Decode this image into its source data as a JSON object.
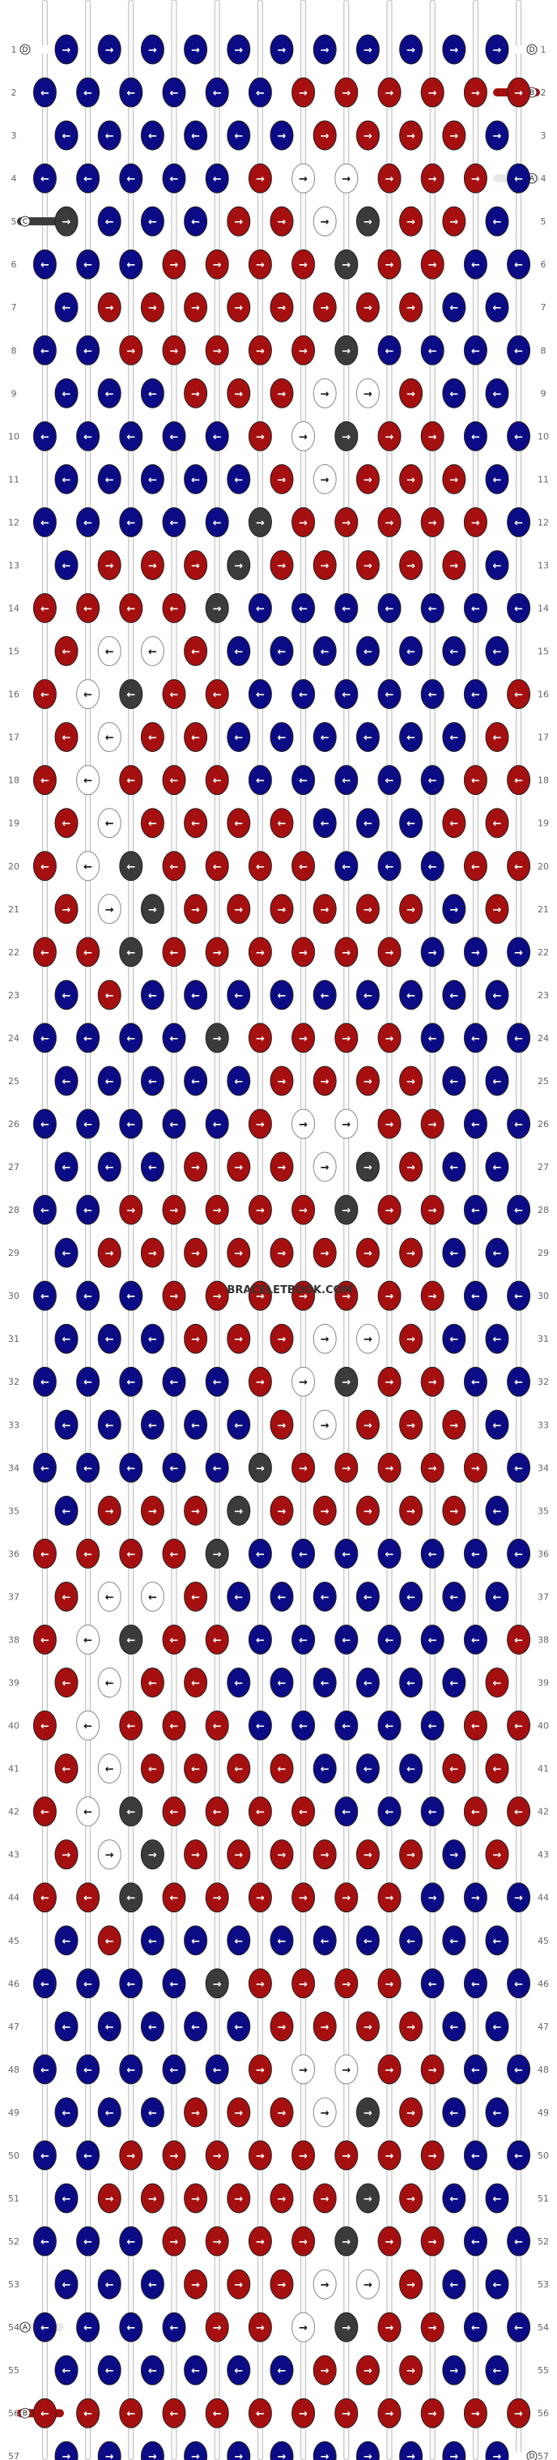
{
  "pattern": {
    "watermark": "BRACELETBOOK.COM",
    "row_count": 57,
    "string_count": 12,
    "colors": {
      "a": "#e8e8e8",
      "b": "#a60f0f",
      "c": "#3b3b3b",
      "d": "#ffffff",
      "e": "#0b0b86"
    },
    "left_strands": [
      {
        "row": 1,
        "letter": "D"
      },
      {
        "row": 5,
        "letter": "C"
      },
      {
        "row": 54,
        "letter": "A"
      },
      {
        "row": 56,
        "letter": "B"
      }
    ],
    "right_strands": [
      {
        "row": 1,
        "letter": "D"
      },
      {
        "row": 2,
        "letter": "B"
      },
      {
        "row": 4,
        "letter": "A"
      },
      {
        "row": 57,
        "letter": "D"
      }
    ],
    "rows": [
      [
        "e:R",
        "e:R",
        "e:R",
        "e:R",
        "e:R",
        "e:R",
        "e:R",
        "e:R",
        "e:R",
        "e:R",
        "e:R"
      ],
      [
        "e:L",
        "e:L",
        "e:L",
        "e:L",
        "e:L",
        "e:L",
        "b:R",
        "b:R",
        "b:R",
        "b:R",
        "b:R",
        "b:R"
      ],
      [
        "e:L",
        "e:L",
        "e:L",
        "e:L",
        "e:L",
        "e:R",
        "b:R",
        "b:R",
        "b:R",
        "b:R",
        "e:R"
      ],
      [
        "e:L",
        "e:L",
        "e:L",
        "e:L",
        "e:L",
        "b:R",
        "d:R",
        "d:R",
        "b:R",
        "b:R",
        "b:R",
        "e:L"
      ],
      [
        "c:R",
        "e:L",
        "e:L",
        "e:L",
        "b:R",
        "b:R",
        "d:R",
        "c:R",
        "b:R",
        "b:R",
        "e:L"
      ],
      [
        "e:L",
        "e:L",
        "e:L",
        "b:R",
        "b:R",
        "b:R",
        "b:R",
        "c:R",
        "b:R",
        "b:R",
        "e:L",
        "e:L"
      ],
      [
        "e:L",
        "b:R",
        "b:R",
        "b:R",
        "b:R",
        "b:R",
        "b:R",
        "b:R",
        "b:R",
        "e:L",
        "e:L"
      ],
      [
        "e:L",
        "e:L",
        "b:R",
        "b:R",
        "b:R",
        "b:R",
        "b:R",
        "c:R",
        "e:L",
        "e:L",
        "e:L",
        "e:L"
      ],
      [
        "e:L",
        "e:L",
        "e:L",
        "b:R",
        "b:R",
        "b:R",
        "d:R",
        "d:R",
        "b:R",
        "e:L",
        "e:L"
      ],
      [
        "e:L",
        "e:L",
        "e:L",
        "e:L",
        "e:L",
        "b:R",
        "d:R",
        "c:R",
        "b:R",
        "b:R",
        "e:L",
        "e:L"
      ],
      [
        "e:L",
        "e:L",
        "e:L",
        "e:L",
        "e:L",
        "b:R",
        "d:R",
        "b:R",
        "b:R",
        "b:R",
        "e:L"
      ],
      [
        "e:L",
        "e:L",
        "e:L",
        "e:L",
        "e:L",
        "c:R",
        "b:R",
        "b:R",
        "b:R",
        "b:R",
        "b:R",
        "e:L"
      ],
      [
        "e:L",
        "b:R",
        "b:R",
        "b:R",
        "c:R",
        "b:R",
        "b:R",
        "b:R",
        "b:R",
        "b:R",
        "e:L"
      ],
      [
        "b:L",
        "b:L",
        "b:L",
        "b:L",
        "c:R",
        "e:L",
        "e:L",
        "e:L",
        "e:L",
        "e:L",
        "e:L",
        "e:L"
      ],
      [
        "b:L",
        "d:L",
        "d:L",
        "b:L",
        "e:L",
        "e:L",
        "e:L",
        "e:L",
        "e:L",
        "e:L",
        "e:L"
      ],
      [
        "b:L",
        "d:L",
        "c:L",
        "b:L",
        "b:L",
        "e:L",
        "e:L",
        "e:L",
        "e:L",
        "e:L",
        "e:L",
        "b:L"
      ],
      [
        "b:L",
        "d:L",
        "b:L",
        "b:L",
        "e:L",
        "e:L",
        "e:L",
        "e:L",
        "e:L",
        "e:L",
        "b:L"
      ],
      [
        "b:L",
        "d:L",
        "b:L",
        "b:L",
        "b:L",
        "e:L",
        "e:L",
        "e:L",
        "e:L",
        "e:L",
        "b:L",
        "b:L"
      ],
      [
        "b:L",
        "d:L",
        "b:L",
        "b:L",
        "b:L",
        "b:L",
        "e:L",
        "e:L",
        "e:L",
        "b:L",
        "b:L"
      ],
      [
        "b:L",
        "d:L",
        "c:L",
        "b:L",
        "b:L",
        "b:L",
        "b:L",
        "e:L",
        "e:L",
        "e:L",
        "b:L",
        "b:L"
      ],
      [
        "b:R",
        "d:R",
        "c:R",
        "b:R",
        "b:R",
        "b:R",
        "b:R",
        "b:R",
        "b:R",
        "e:R",
        "b:R"
      ],
      [
        "b:L",
        "b:L",
        "c:L",
        "b:L",
        "b:R",
        "b:R",
        "b:R",
        "b:R",
        "b:R",
        "e:R",
        "e:R",
        "e:R"
      ],
      [
        "e:L",
        "b:L",
        "e:L",
        "e:L",
        "e:L",
        "e:L",
        "e:L",
        "e:L",
        "e:L",
        "e:L",
        "e:L"
      ],
      [
        "e:L",
        "e:L",
        "e:L",
        "e:L",
        "c:R",
        "b:R",
        "b:R",
        "b:R",
        "b:R",
        "e:L",
        "e:L",
        "e:L"
      ],
      [
        "e:L",
        "e:L",
        "e:L",
        "e:L",
        "e:L",
        "b:R",
        "b:R",
        "b:R",
        "b:R",
        "e:L",
        "e:L"
      ],
      [
        "e:L",
        "e:L",
        "e:L",
        "e:L",
        "e:L",
        "b:R",
        "d:R",
        "d:R",
        "b:R",
        "b:R",
        "e:L",
        "e:L"
      ],
      [
        "e:L",
        "e:L",
        "e:L",
        "b:R",
        "b:R",
        "b:R",
        "d:R",
        "c:R",
        "b:R",
        "e:L",
        "e:L"
      ],
      [
        "e:L",
        "e:L",
        "b:R",
        "b:R",
        "b:R",
        "b:R",
        "b:R",
        "c:R",
        "b:R",
        "b:R",
        "e:L",
        "e:L"
      ],
      [
        "e:L",
        "b:R",
        "b:R",
        "b:R",
        "b:R",
        "b:R",
        "b:R",
        "b:R",
        "b:R",
        "e:L",
        "e:L"
      ],
      [
        "e:L",
        "e:L",
        "e:L",
        "b:R",
        "b:R",
        "b:R",
        "b:R",
        "b:R",
        "b:R",
        "b:R",
        "e:L",
        "e:L"
      ],
      [
        "e:L",
        "e:L",
        "e:L",
        "b:R",
        "b:R",
        "b:R",
        "d:R",
        "d:R",
        "b:R",
        "e:L",
        "e:L"
      ],
      [
        "e:L",
        "e:L",
        "e:L",
        "e:L",
        "e:L",
        "b:R",
        "d:R",
        "c:R",
        "b:R",
        "b:R",
        "e:L",
        "e:L"
      ],
      [
        "e:L",
        "e:L",
        "e:L",
        "e:L",
        "e:L",
        "b:R",
        "d:R",
        "b:R",
        "b:R",
        "b:R",
        "e:L"
      ],
      [
        "e:L",
        "e:L",
        "e:L",
        "e:L",
        "e:L",
        "c:R",
        "b:R",
        "b:R",
        "b:R",
        "b:R",
        "b:R",
        "e:L"
      ],
      [
        "e:L",
        "b:R",
        "b:R",
        "b:R",
        "c:R",
        "b:R",
        "b:R",
        "b:R",
        "b:R",
        "b:R",
        "e:L"
      ],
      [
        "b:L",
        "b:L",
        "b:L",
        "b:L",
        "c:R",
        "e:L",
        "e:L",
        "e:L",
        "e:L",
        "e:L",
        "e:L",
        "e:L"
      ],
      [
        "b:L",
        "d:L",
        "d:L",
        "b:L",
        "e:L",
        "e:L",
        "e:L",
        "e:L",
        "e:L",
        "e:L",
        "e:L"
      ],
      [
        "b:L",
        "d:L",
        "c:L",
        "b:L",
        "b:L",
        "e:L",
        "e:L",
        "e:L",
        "e:L",
        "e:L",
        "e:L",
        "b:L"
      ],
      [
        "b:L",
        "d:L",
        "b:L",
        "b:L",
        "e:L",
        "e:L",
        "e:L",
        "e:L",
        "e:L",
        "e:L",
        "b:L"
      ],
      [
        "b:L",
        "d:L",
        "b:L",
        "b:L",
        "b:L",
        "e:L",
        "e:L",
        "e:L",
        "e:L",
        "e:L",
        "b:L",
        "b:L"
      ],
      [
        "b:L",
        "d:L",
        "b:L",
        "b:L",
        "b:L",
        "b:L",
        "e:L",
        "e:L",
        "e:L",
        "b:L",
        "b:L"
      ],
      [
        "b:L",
        "d:L",
        "c:L",
        "b:L",
        "b:L",
        "b:L",
        "b:L",
        "e:L",
        "e:L",
        "e:L",
        "b:L",
        "b:L"
      ],
      [
        "b:R",
        "d:R",
        "c:R",
        "b:R",
        "b:R",
        "b:R",
        "b:R",
        "b:R",
        "b:R",
        "e:R",
        "b:R"
      ],
      [
        "b:L",
        "b:L",
        "c:L",
        "b:L",
        "b:R",
        "b:R",
        "b:R",
        "b:R",
        "b:R",
        "e:R",
        "e:R",
        "e:R"
      ],
      [
        "e:L",
        "b:L",
        "e:L",
        "e:L",
        "e:L",
        "e:L",
        "e:L",
        "e:L",
        "e:L",
        "e:L",
        "e:L"
      ],
      [
        "e:L",
        "e:L",
        "e:L",
        "e:L",
        "c:R",
        "b:R",
        "b:R",
        "b:R",
        "b:R",
        "e:L",
        "e:L",
        "e:L"
      ],
      [
        "e:L",
        "e:L",
        "e:L",
        "e:L",
        "e:L",
        "b:R",
        "b:R",
        "b:R",
        "b:R",
        "e:L",
        "e:L"
      ],
      [
        "e:L",
        "e:L",
        "e:L",
        "e:L",
        "e:L",
        "b:R",
        "d:R",
        "d:R",
        "b:R",
        "b:R",
        "e:L",
        "e:L"
      ],
      [
        "e:L",
        "e:L",
        "e:L",
        "b:R",
        "b:R",
        "b:R",
        "d:R",
        "c:R",
        "b:R",
        "e:L",
        "e:L"
      ],
      [
        "e:L",
        "e:L",
        "b:R",
        "b:R",
        "b:R",
        "b:R",
        "b:R",
        "b:R",
        "b:R",
        "b:R",
        "e:L",
        "e:L"
      ],
      [
        "e:L",
        "b:R",
        "b:R",
        "b:R",
        "b:R",
        "b:R",
        "b:R",
        "c:R",
        "b:R",
        "e:L",
        "e:L"
      ],
      [
        "e:L",
        "e:L",
        "e:L",
        "b:R",
        "b:R",
        "b:R",
        "b:R",
        "c:R",
        "b:R",
        "b:R",
        "e:L",
        "e:L"
      ],
      [
        "e:L",
        "e:L",
        "e:L",
        "b:R",
        "b:R",
        "b:R",
        "d:R",
        "d:R",
        "b:R",
        "e:L",
        "e:L"
      ],
      [
        "e:L",
        "e:L",
        "e:L",
        "e:L",
        "b:R",
        "b:R",
        "d:R",
        "c:R",
        "b:R",
        "b:R",
        "e:L",
        "e:L"
      ],
      [
        "e:L",
        "e:L",
        "e:L",
        "e:L",
        "e:L",
        "e:L",
        "b:R",
        "b:R",
        "b:R",
        "e:R",
        "e:L"
      ],
      [
        "b:L",
        "b:L",
        "b:L",
        "b:L",
        "b:L",
        "b:L",
        "b:R",
        "b:R",
        "b:R",
        "b:R",
        "b:R",
        "b:R"
      ],
      [
        "e:R",
        "e:R",
        "e:R",
        "e:R",
        "e:R",
        "e:R",
        "e:R",
        "e:R",
        "e:R",
        "e:R",
        "e:R"
      ]
    ]
  }
}
